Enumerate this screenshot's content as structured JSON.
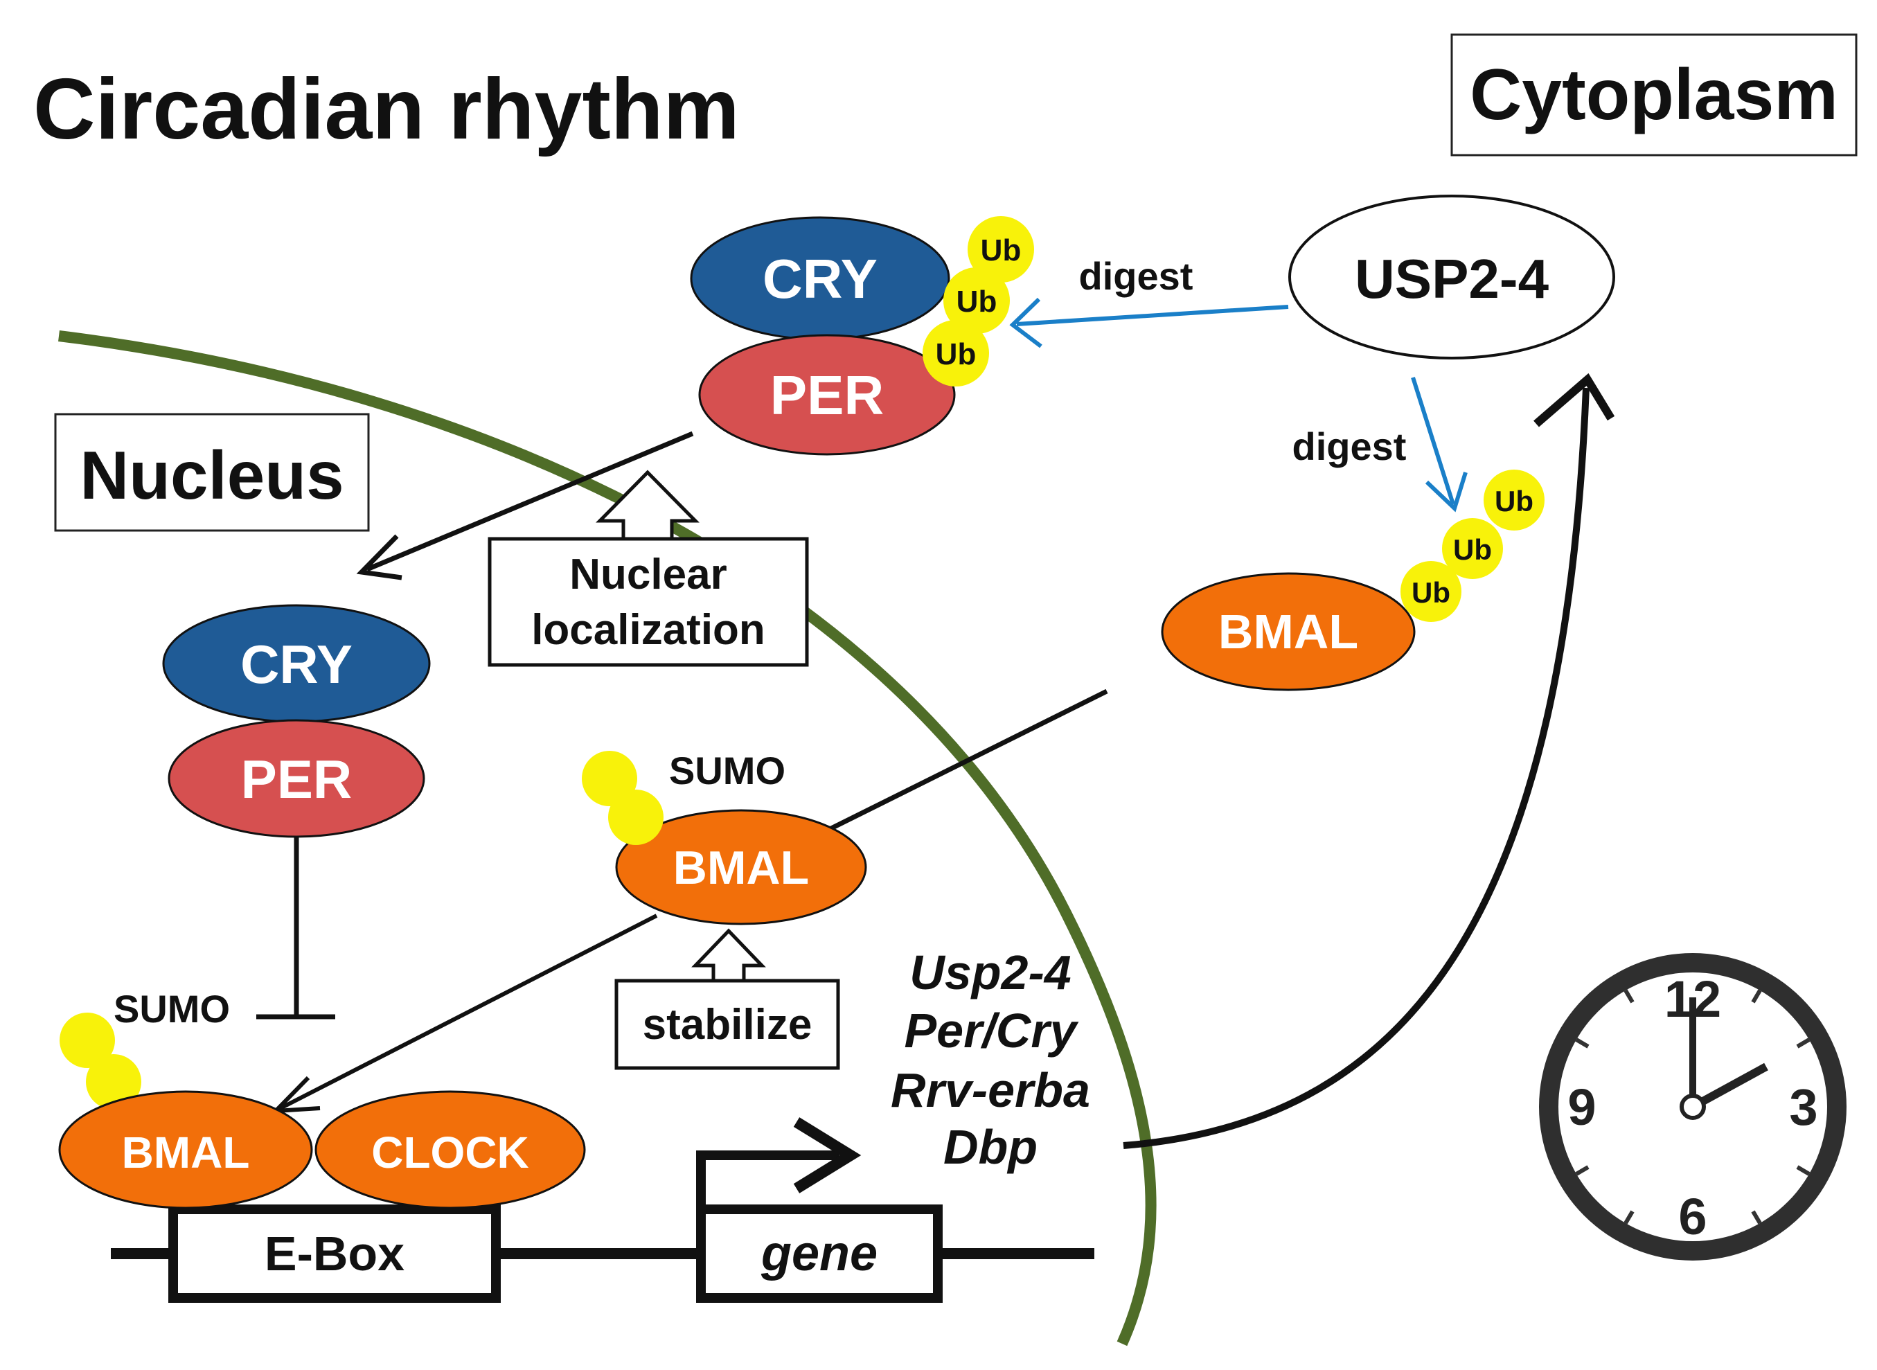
{
  "title": "Circadian rhythm",
  "compartments": {
    "cytoplasm": "Cytoplasm",
    "nucleus": "Nucleus"
  },
  "colors": {
    "cry": "#1f5b96",
    "per": "#d65050",
    "bmal": "#f26f0a",
    "ub": "#f8f20a",
    "membrane": "#4f6d28",
    "digest_arrow": "#1a7fc8"
  },
  "proteins": {
    "cry": "CRY",
    "per": "PER",
    "bmal": "BMAL",
    "clock": "CLOCK",
    "usp": "USP2-4"
  },
  "modifications": {
    "ub": "Ub",
    "sumo": "SUMO"
  },
  "labels": {
    "digest_top": "digest",
    "digest_right": "digest",
    "nuclear_localization_line1": "Nuclear",
    "nuclear_localization_line2": "localization",
    "stabilize": "stabilize",
    "ebox": "E-Box",
    "gene": "gene"
  },
  "target_genes": [
    "Usp2-4",
    "Per/Cry",
    "Rrv-erba",
    "Dbp"
  ],
  "clock_face": {
    "n12": "12",
    "n3": "3",
    "n6": "6",
    "n9": "9"
  }
}
